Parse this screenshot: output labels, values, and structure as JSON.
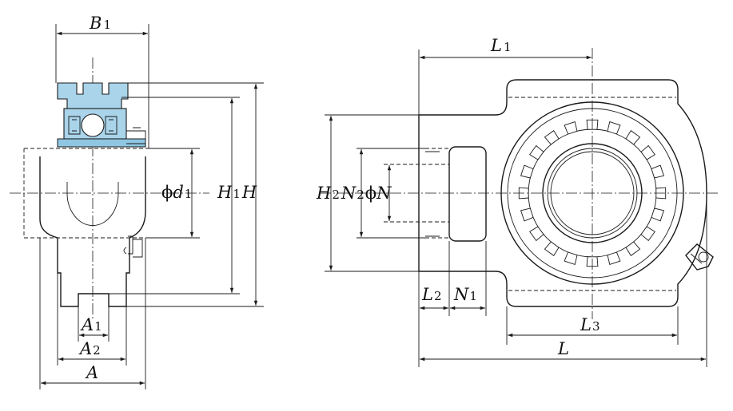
{
  "figure": {
    "side_view_labels": {
      "B1": {
        "main": "B",
        "sub": "1"
      },
      "d1": {
        "prefix": "ϕ",
        "main": "d",
        "sub": "1"
      },
      "H1H": {
        "main1": "H",
        "sub": "1",
        "main2": "H"
      },
      "A1": {
        "main": "A",
        "sub": "1"
      },
      "A2": {
        "main": "A",
        "sub": "2"
      },
      "A": {
        "main": "A"
      }
    },
    "front_view_labels": {
      "L1": {
        "main": "L",
        "sub": "1"
      },
      "H2N2N": {
        "main1": "H",
        "sub1": "2",
        "main2": "N",
        "sub2": "2",
        "prefix3": "ϕ",
        "main3": "N"
      },
      "L2": {
        "main": "L",
        "sub": "2"
      },
      "N1": {
        "main": "N",
        "sub": "1"
      },
      "L3": {
        "main": "L",
        "sub": "3"
      },
      "L": {
        "main": "L"
      }
    },
    "colors": {
      "line": "#1a1a1a",
      "bearing_fill": "#a9d4ea",
      "background": "#ffffff"
    }
  }
}
